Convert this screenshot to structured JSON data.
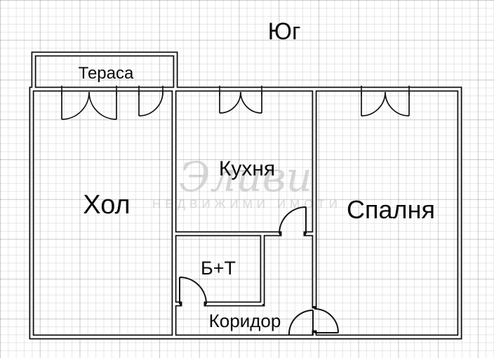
{
  "plan": {
    "orientation_label": "Юг",
    "rooms": {
      "terrace": "Тераса",
      "living": "Хол",
      "kitchen": "Кухня",
      "bedroom": "Спалня",
      "bath": "Б+Т",
      "corridor": "Коридор"
    },
    "watermark": {
      "line1": "Эливи",
      "line2": "НЕДВИЖИМИ ИМОТИ"
    },
    "colors": {
      "wall": "#111111",
      "wall_inner": "#ffffff",
      "grid": "#dcdcdc",
      "watermark": "#b5b5b5",
      "text": "#0a0a0a"
    }
  }
}
